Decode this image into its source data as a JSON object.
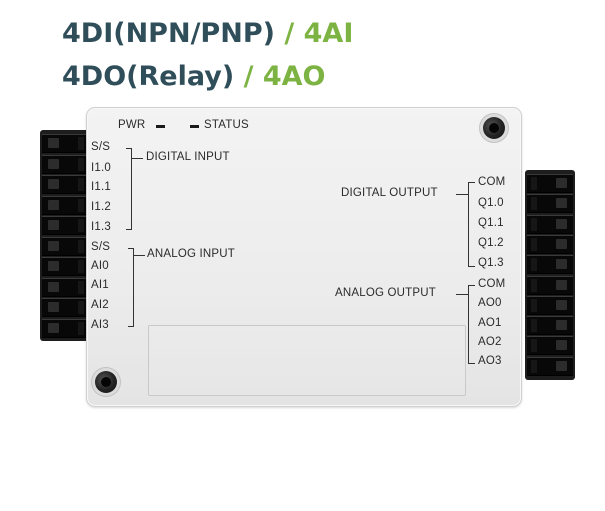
{
  "headline": {
    "line1": {
      "main": "4DI(NPN/PNP)",
      "separator": "/",
      "accent": "4AI"
    },
    "line2": {
      "main": "4DO(Relay)",
      "separator": "/",
      "accent": "4AO"
    }
  },
  "colors": {
    "headline_main": "#2f4e5a",
    "headline_accent": "#7cb342",
    "housing": "#eeeeee",
    "terminal": "#1d1d1d"
  },
  "indicators": {
    "pwr": "PWR",
    "status": "STATUS"
  },
  "left_terminals": {
    "digital_group": "DIGITAL INPUT",
    "digital_pins": [
      "S/S",
      "I1.0",
      "I1.1",
      "I1.2",
      "I1.3"
    ],
    "analog_group": "ANALOG INPUT",
    "analog_pins": [
      "S/S",
      "AI0",
      "AI1",
      "AI2",
      "AI3"
    ]
  },
  "right_terminals": {
    "digital_group": "DIGITAL OUTPUT",
    "digital_pins": [
      "COM",
      "Q1.0",
      "Q1.1",
      "Q1.2",
      "Q1.3"
    ],
    "analog_group": "ANALOG OUTPUT",
    "analog_pins": [
      "COM",
      "AO0",
      "AO1",
      "AO2",
      "AO3"
    ]
  }
}
